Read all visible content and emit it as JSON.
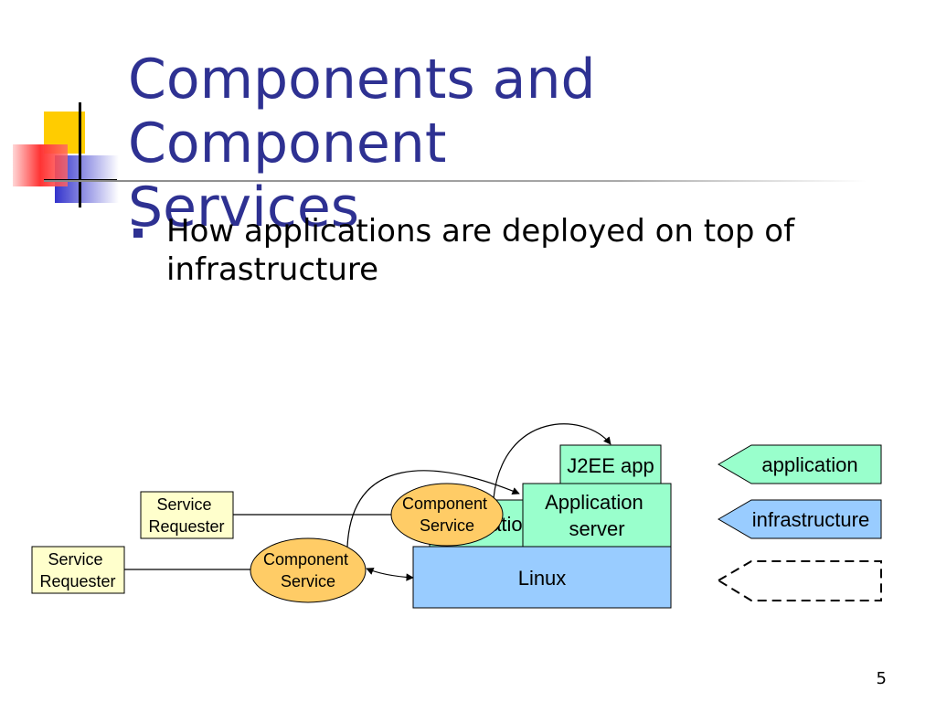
{
  "slide": {
    "title_line1": "Components and Component",
    "title_line2": "Services",
    "bullet": "How applications are deployed on top of infrastructure",
    "page_number": "5"
  },
  "diagram": {
    "nodes": {
      "service_requester_top": "Service Requester",
      "service_requester_bottom": "Service Requester",
      "component_service_top": "Component Service",
      "component_service_bottom": "Component Service",
      "j2ee_app": "J2EE app",
      "application_server": "Application server",
      "hidden_app_label": "Application",
      "linux": "Linux"
    },
    "legend": {
      "application": "application",
      "infrastructure": "infrastructure"
    }
  },
  "colors": {
    "title": "#2e3192",
    "application_green": "#99ffcc",
    "infrastructure_blue": "#99ccff",
    "component_orange": "#ffcc66",
    "requester_yellow": "#ffffcc"
  },
  "icons": {
    "decoration": "corner-squares-icon"
  }
}
